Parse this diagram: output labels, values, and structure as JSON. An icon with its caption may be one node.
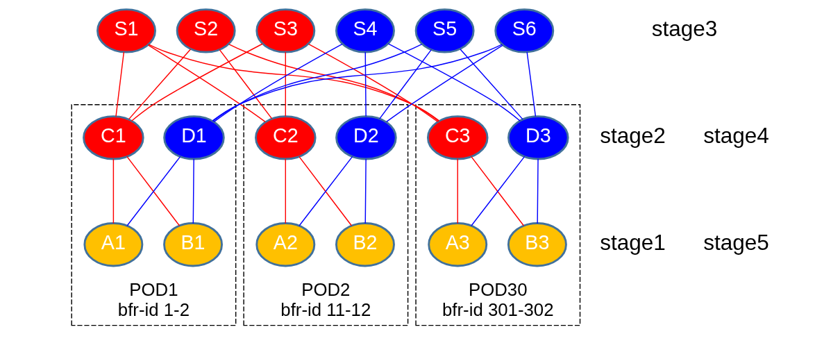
{
  "diagram": {
    "nodes": [
      {
        "text": [
          "S1"
        ]
      },
      {
        "text": [
          "S2"
        ]
      },
      {
        "text": [
          "S3"
        ]
      },
      {
        "text": [
          "S4"
        ]
      },
      {
        "text": [
          "S5"
        ]
      },
      {
        "text": [
          "S6"
        ]
      },
      {
        "text": [
          "POD1",
          "bfr-id 1-2"
        ]
      },
      {
        "text": [
          "C1"
        ],
        "in": 6
      },
      {
        "text": [
          "D1"
        ],
        "in": 6
      },
      {
        "text": [
          "A1"
        ],
        "in": 6
      },
      {
        "text": [
          "B1"
        ],
        "in": 6
      },
      {
        "text": [
          "POD2",
          "bfr-id 11-12"
        ]
      },
      {
        "text": [
          "C2"
        ],
        "in": 11
      },
      {
        "text": [
          "D2"
        ],
        "in": 11
      },
      {
        "text": [
          "A2"
        ],
        "in": 11
      },
      {
        "text": [
          "B2"
        ],
        "in": 11
      },
      {
        "text": [
          "POD30",
          "bfr-id 301-302"
        ]
      },
      {
        "text": [
          "C3"
        ],
        "in": 16
      },
      {
        "text": [
          "D3"
        ],
        "in": 16
      },
      {
        "text": [
          "A3"
        ],
        "in": 16
      },
      {
        "text": [
          "B3"
        ],
        "in": 16
      }
    ],
    "edges": [
      {
        "from": 0,
        "to": 7,
        "arrow": "none",
        "color": "#ff0000"
      },
      {
        "from": 0,
        "to": 12,
        "arrow": "none",
        "color": "#ff0000"
      },
      {
        "from": 0,
        "to": 17,
        "arrow": "none",
        "color": "#ff0000"
      },
      {
        "from": 1,
        "to": 7,
        "arrow": "none",
        "color": "#ff0000"
      },
      {
        "from": 1,
        "to": 12,
        "arrow": "none",
        "color": "#ff0000"
      },
      {
        "from": 1,
        "to": 17,
        "arrow": "none",
        "color": "#ff0000"
      },
      {
        "from": 2,
        "to": 7,
        "arrow": "none",
        "color": "#ff0000"
      },
      {
        "from": 2,
        "to": 12,
        "arrow": "none",
        "color": "#ff0000"
      },
      {
        "from": 2,
        "to": 17,
        "arrow": "none",
        "color": "#ff0000"
      },
      {
        "from": 3,
        "to": 8,
        "arrow": "none",
        "color": "#0000ff"
      },
      {
        "from": 3,
        "to": 13,
        "arrow": "none",
        "color": "#0000ff"
      },
      {
        "from": 3,
        "to": 18,
        "arrow": "none",
        "color": "#0000ff"
      },
      {
        "from": 4,
        "to": 8,
        "arrow": "none",
        "color": "#0000ff"
      },
      {
        "from": 4,
        "to": 13,
        "arrow": "none",
        "color": "#0000ff"
      },
      {
        "from": 4,
        "to": 18,
        "arrow": "none",
        "color": "#0000ff"
      },
      {
        "from": 5,
        "to": 8,
        "arrow": "none",
        "color": "#0000ff"
      },
      {
        "from": 5,
        "to": 13,
        "arrow": "none",
        "color": "#0000ff"
      },
      {
        "from": 5,
        "to": 18,
        "arrow": "none",
        "color": "#0000ff"
      },
      {
        "from": 7,
        "to": 9,
        "arrow": "none",
        "color": "#ff0000"
      },
      {
        "from": 7,
        "to": 10,
        "arrow": "none",
        "color": "#ff0000"
      },
      {
        "from": 8,
        "to": 9,
        "arrow": "none",
        "color": "#0000ff"
      },
      {
        "from": 8,
        "to": 10,
        "arrow": "none",
        "color": "#0000ff"
      },
      {
        "from": 12,
        "to": 14,
        "arrow": "none",
        "color": "#ff0000"
      },
      {
        "from": 12,
        "to": 15,
        "arrow": "none",
        "color": "#ff0000"
      },
      {
        "from": 13,
        "to": 14,
        "arrow": "none",
        "color": "#0000ff"
      },
      {
        "from": 13,
        "to": 15,
        "arrow": "none",
        "color": "#0000ff"
      },
      {
        "from": 17,
        "to": 19,
        "arrow": "none",
        "color": "#ff0000"
      },
      {
        "from": 17,
        "to": 20,
        "arrow": "none",
        "color": "#ff0000"
      },
      {
        "from": 18,
        "to": 19,
        "arrow": "none",
        "color": "#0000ff"
      },
      {
        "from": 18,
        "to": 20,
        "arrow": "none",
        "color": "#0000ff"
      }
    ],
    "labels": [
      "stage3",
      "stage2",
      "stage4",
      "stage1",
      "stage5"
    ]
  }
}
